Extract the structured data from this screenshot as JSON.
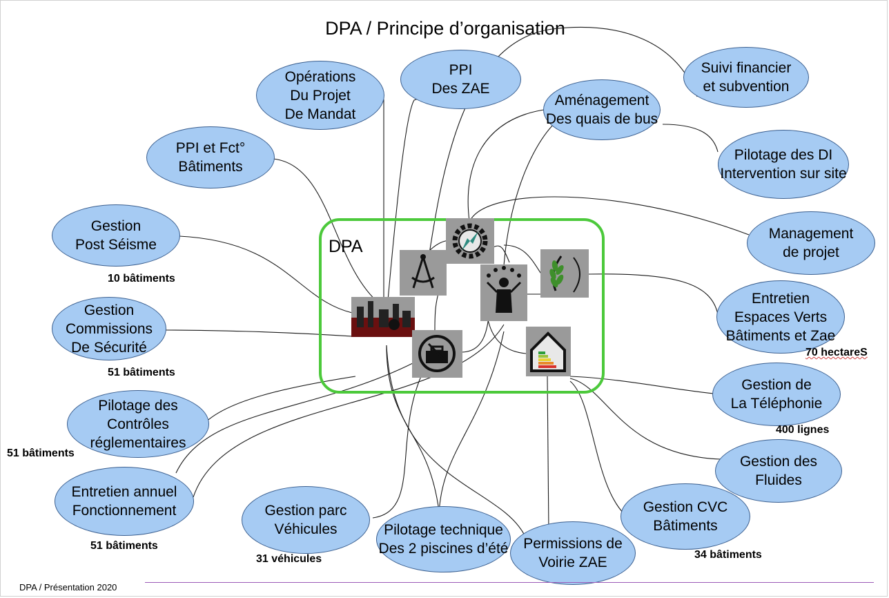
{
  "title": "DPA / Principe d’organisation",
  "dpa_label": "DPA",
  "footer": "DPA / Présentation 2020",
  "nodes": {
    "operations": "Opérations\nDu Projet\nDe Mandat",
    "ppi_zae": "PPI\nDes ZAE",
    "suivi_financier": "Suivi financier\net subvention",
    "amenagement": "Aménagement\nDes quais de bus",
    "ppi_batiments": "PPI et Fct°\nBâtiments",
    "pilotage_di": "Pilotage des DI\nIntervention sur site",
    "post_seisme": "Gestion\nPost Séisme",
    "management": "Management\nde projet",
    "commissions": "Gestion\nCommissions\nDe Sécurité",
    "espaces_verts": "Entretien\nEspaces Verts\nBâtiments et Zae",
    "controles": "Pilotage des\nContrôles\nréglementaires",
    "telephonie": "Gestion de\nLa Téléphonie",
    "fluides": "Gestion des\nFluides",
    "entretien_annuel": "Entretien annuel\nFonctionnement",
    "parc_vehicules": "Gestion parc\nVéhicules",
    "piscines": "Pilotage technique\nDes 2 piscines d’été",
    "permissions": "Permissions de\nVoirie ZAE",
    "cvc": "Gestion CVC\nBâtiments"
  },
  "stats": {
    "seisme": "10 bâtiments",
    "commissions": "51 bâtiments",
    "controles": "51 bâtiments",
    "entretien": "51 bâtiments",
    "vehicules": "31 véhicules",
    "espaces_verts": "70 hectareS",
    "telephonie": "400 lignes",
    "cvc": "34 bâtiments"
  },
  "colors": {
    "ellipse_fill": "#a6cbf3",
    "ellipse_border": "#3b5f8f",
    "dpa_frame": "#4cc93b",
    "footer_rule": "#9b59b6"
  },
  "icons": [
    "compass-tools-icon",
    "gear-compass-icon",
    "city-skyline-icon",
    "juggler-icon",
    "laurel-icon",
    "toolbox-icon",
    "energy-house-icon"
  ]
}
